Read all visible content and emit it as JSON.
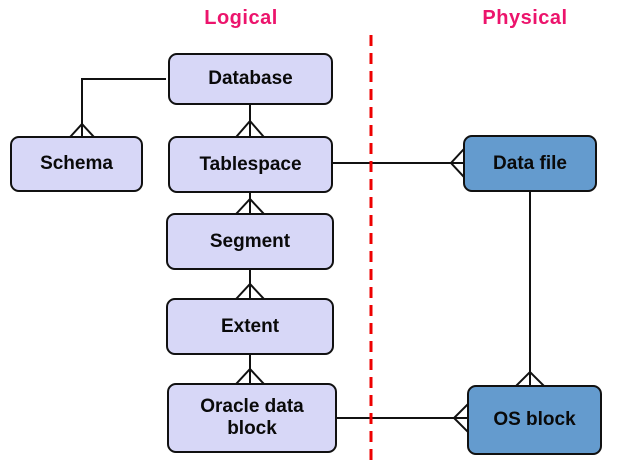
{
  "diagram": {
    "headers": {
      "logical": "Logical",
      "physical": "Physical"
    },
    "nodes": {
      "database": {
        "label": "Database",
        "type": "logical"
      },
      "schema": {
        "label": "Schema",
        "type": "logical"
      },
      "tablespace": {
        "label": "Tablespace",
        "type": "logical"
      },
      "segment": {
        "label": "Segment",
        "type": "logical"
      },
      "extent": {
        "label": "Extent",
        "type": "logical"
      },
      "oracle_data_block": {
        "label": "Oracle data block",
        "type": "logical"
      },
      "data_file": {
        "label": "Data file",
        "type": "physical"
      },
      "os_block": {
        "label": "OS block",
        "type": "physical"
      }
    },
    "edges": [
      {
        "from": "Database",
        "to": "Schema",
        "many_end": "Schema"
      },
      {
        "from": "Database",
        "to": "Tablespace",
        "many_end": "Tablespace"
      },
      {
        "from": "Tablespace",
        "to": "Segment",
        "many_end": "Segment"
      },
      {
        "from": "Segment",
        "to": "Extent",
        "many_end": "Extent"
      },
      {
        "from": "Extent",
        "to": "Oracle data block",
        "many_end": "Oracle data block"
      },
      {
        "from": "Tablespace",
        "to": "Data file",
        "many_end": "Data file"
      },
      {
        "from": "Data file",
        "to": "OS block",
        "many_end": "OS block"
      },
      {
        "from": "Oracle data block",
        "to": "OS block",
        "many_end": "OS block"
      }
    ],
    "colors": {
      "logical_node_fill": "#d7d7f7",
      "physical_node_fill": "#649bce",
      "node_border": "#111111",
      "header_text": "#ec146c",
      "divider_line": "#ee0000",
      "connector_line": "#111111",
      "background": "#ffffff"
    }
  }
}
